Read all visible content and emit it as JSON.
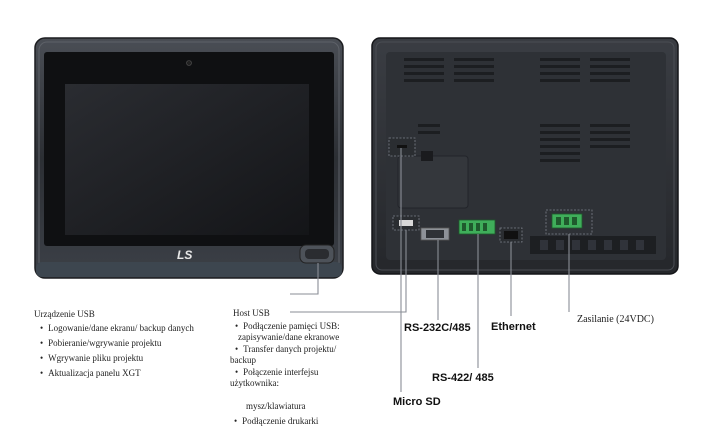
{
  "brand_logo": "LS",
  "usb_device": {
    "title": "Urządzenie USB",
    "items": [
      "Logowanie/dane ekranu/ backup danych",
      "Pobieranie/wgrywanie projektu",
      "Wgrywanie pliku projektu",
      "Aktualizacja panelu XGT"
    ]
  },
  "host_usb": {
    "title": "Host USB",
    "item1_line1": "Podłączenie pamięci USB:",
    "item1_line2": "zapisywanie/dane ekranowe",
    "item2_line1": "Transfer danych projektu/",
    "item2_line2": "backup",
    "item3_line1": "Połączenie interfejsu",
    "item3_line2": "użytkownika:",
    "item3_line3": "mysz/klawiatura",
    "item4": "Podłączenie drukarki"
  },
  "ports": {
    "rs232": "RS-232C/485",
    "ethernet": "Ethernet",
    "power": "Zasilanie (24VDC)",
    "rs422": "RS-422/ 485",
    "microsd": "Micro SD"
  },
  "colors": {
    "bezel": "#3a3d42",
    "screen": "#1e1f22",
    "back_panel": "#2c2e33",
    "leader_line": "#8a8e96",
    "connector_green": "#3fae5a"
  }
}
